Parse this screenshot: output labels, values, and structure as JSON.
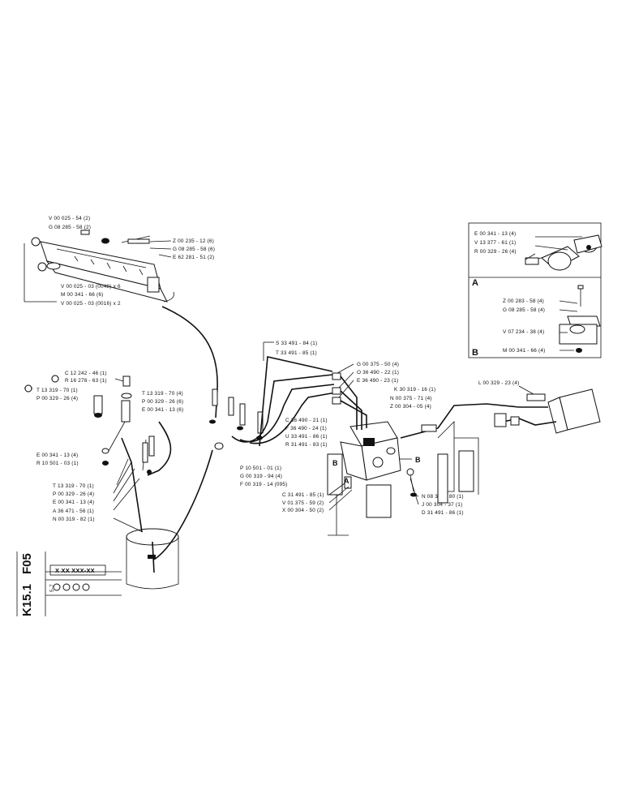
{
  "title_block": {
    "code_part1": "F05",
    "code_part2": "K15.1",
    "part_number": "X XX XXX-XX",
    "sheet": "5-7"
  },
  "callouts": {
    "top_left": [
      "V 00 025 - 54 (2)",
      "G 08 285 - 58 (2)",
      "Z 00 235 - 12 (6)",
      "G 08 285 - 58 (6)",
      "E 62 281 - 51 (2)",
      "V 00 025 - 03 (0048) x 6",
      "M 00 341 - 66 (6)",
      "V 00 025 - 03 (0016) x 2"
    ],
    "left": [
      "C 12 242 - 46 (1)",
      "R 16 278 - 63 (1)",
      "T 13 319 - 70 (1)",
      "P 00 329 - 26 (4)",
      "E 00 341 - 13 (4)",
      "R 10 501 - 03 (1)",
      "T 13 319 - 70 (1)",
      "P 00 329 - 26 (4)",
      "E 00 341 - 13 (4)",
      "A 36 471 - 56 (1)",
      "N 00 319 - 82 (1)"
    ],
    "center": [
      "T 13 319 - 70 (4)",
      "P 00 329 - 26 (6)",
      "E 00 341 - 13 (6)",
      "P 10 501 - 01 (1)",
      "G 00 319 - 94 (4)",
      "F 00 319 - 14 (095)",
      "S 33 491 - 84 (1)",
      "T 33 491 - 85 (1)",
      "C 36 490 - 21 (1)",
      "F 36 490 - 24 (1)",
      "U 33 491 - 86 (1)",
      "R 31 491 - 83 (1)",
      "G 00 375 - 50 (4)",
      "O 36 490 - 22 (1)",
      "E 36 490 - 23 (1)",
      "K 30 319 - 16 (1)",
      "N 00 375 - 71 (4)",
      "Z 00 304 - 05 (4)",
      "C 31 491 - 85 (1)",
      "V 01 375 - 59 (2)",
      "X 00 304 - 50 (2)",
      "N 08 375 - 80 (1)",
      "J 00 304 - 37 (1)",
      "D 31 491 - 86 (1)"
    ],
    "right": [
      "L 00 329 - 23 (4)"
    ]
  },
  "detail_box": {
    "section_a_label": "A",
    "section_b_label": "B",
    "section_a": [
      "E 00 341 - 13 (4)",
      "V 13 377 - 61 (1)",
      "R 00 329 - 26 (4)"
    ],
    "section_b": [
      "Z 00 283 - 58 (4)",
      "G 08 285 - 58 (4)",
      "V 07 234 - 38 (4)",
      "M 00 341 - 66 (4)"
    ]
  },
  "view_markers": {
    "a": "A",
    "b": "B"
  }
}
